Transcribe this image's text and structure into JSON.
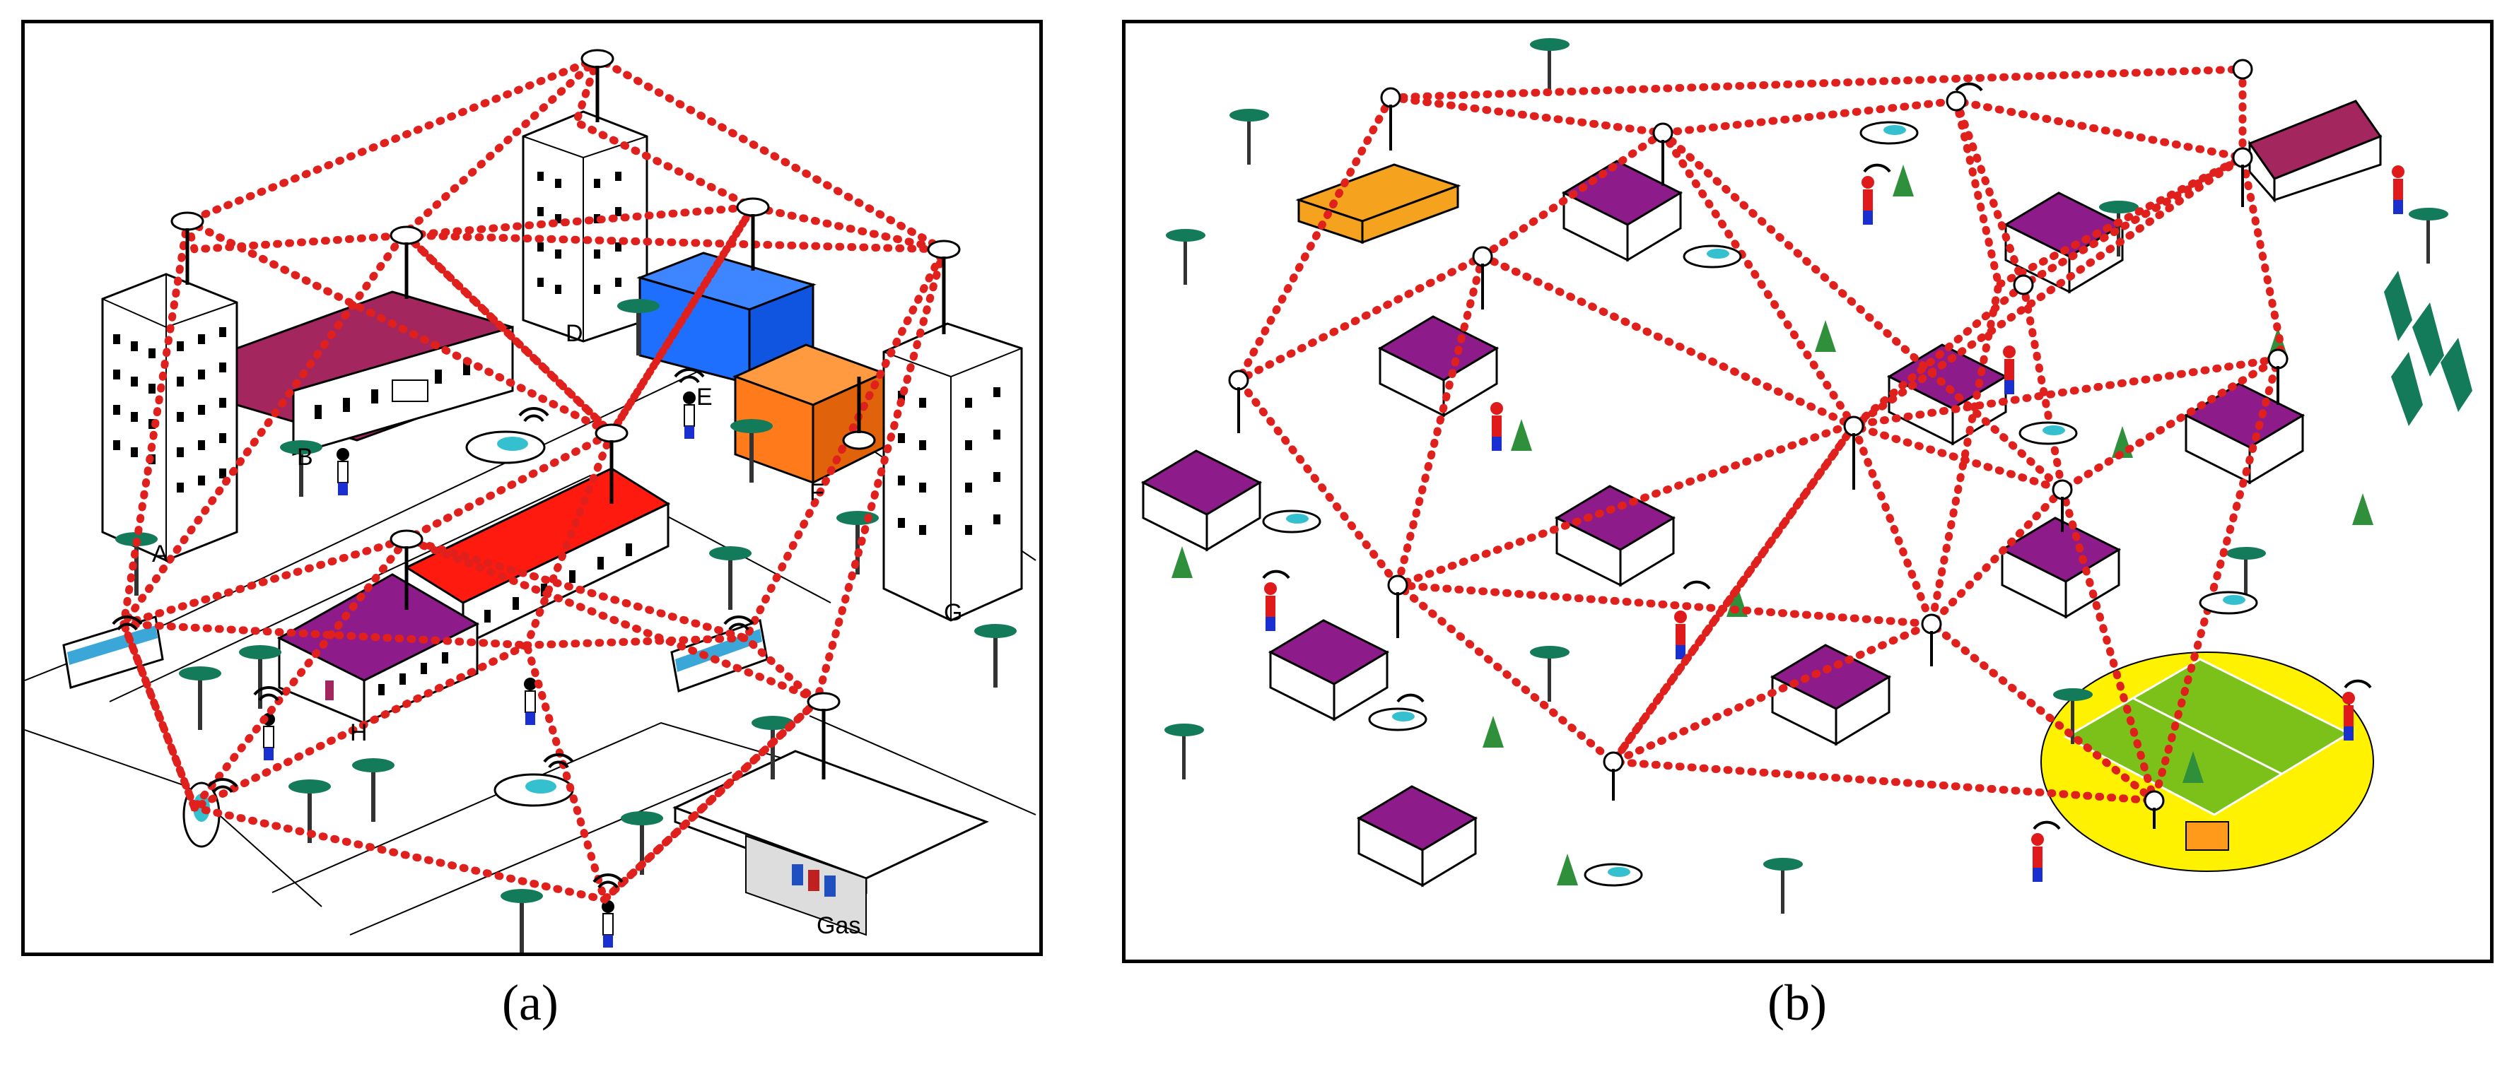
{
  "panels": [
    {
      "caption": "(a)",
      "building_labels": [
        "A",
        "B",
        "D",
        "E",
        "F",
        "G",
        "H",
        "Gas"
      ]
    },
    {
      "caption": "(b)",
      "building_labels": []
    }
  ],
  "colors": {
    "mesh_link": "#e0201c",
    "roof_purple": "#8e1b8a",
    "roof_maroon": "#a3265e",
    "roof_red": "#ff1a0f",
    "building_blue": "#1f6fff",
    "building_orange": "#ff7a1a",
    "building_amber": "#f5a21e",
    "field_green": "#7bc11a",
    "field_ellipse": "#fff200",
    "tree_green": "#2f8f3a",
    "palm_green": "#137a5a"
  },
  "icons": [
    "wifi-signal-icon",
    "antenna-icon",
    "person-icon",
    "car-icon",
    "bus-icon",
    "palm-tree-icon",
    "pine-tree-icon"
  ]
}
